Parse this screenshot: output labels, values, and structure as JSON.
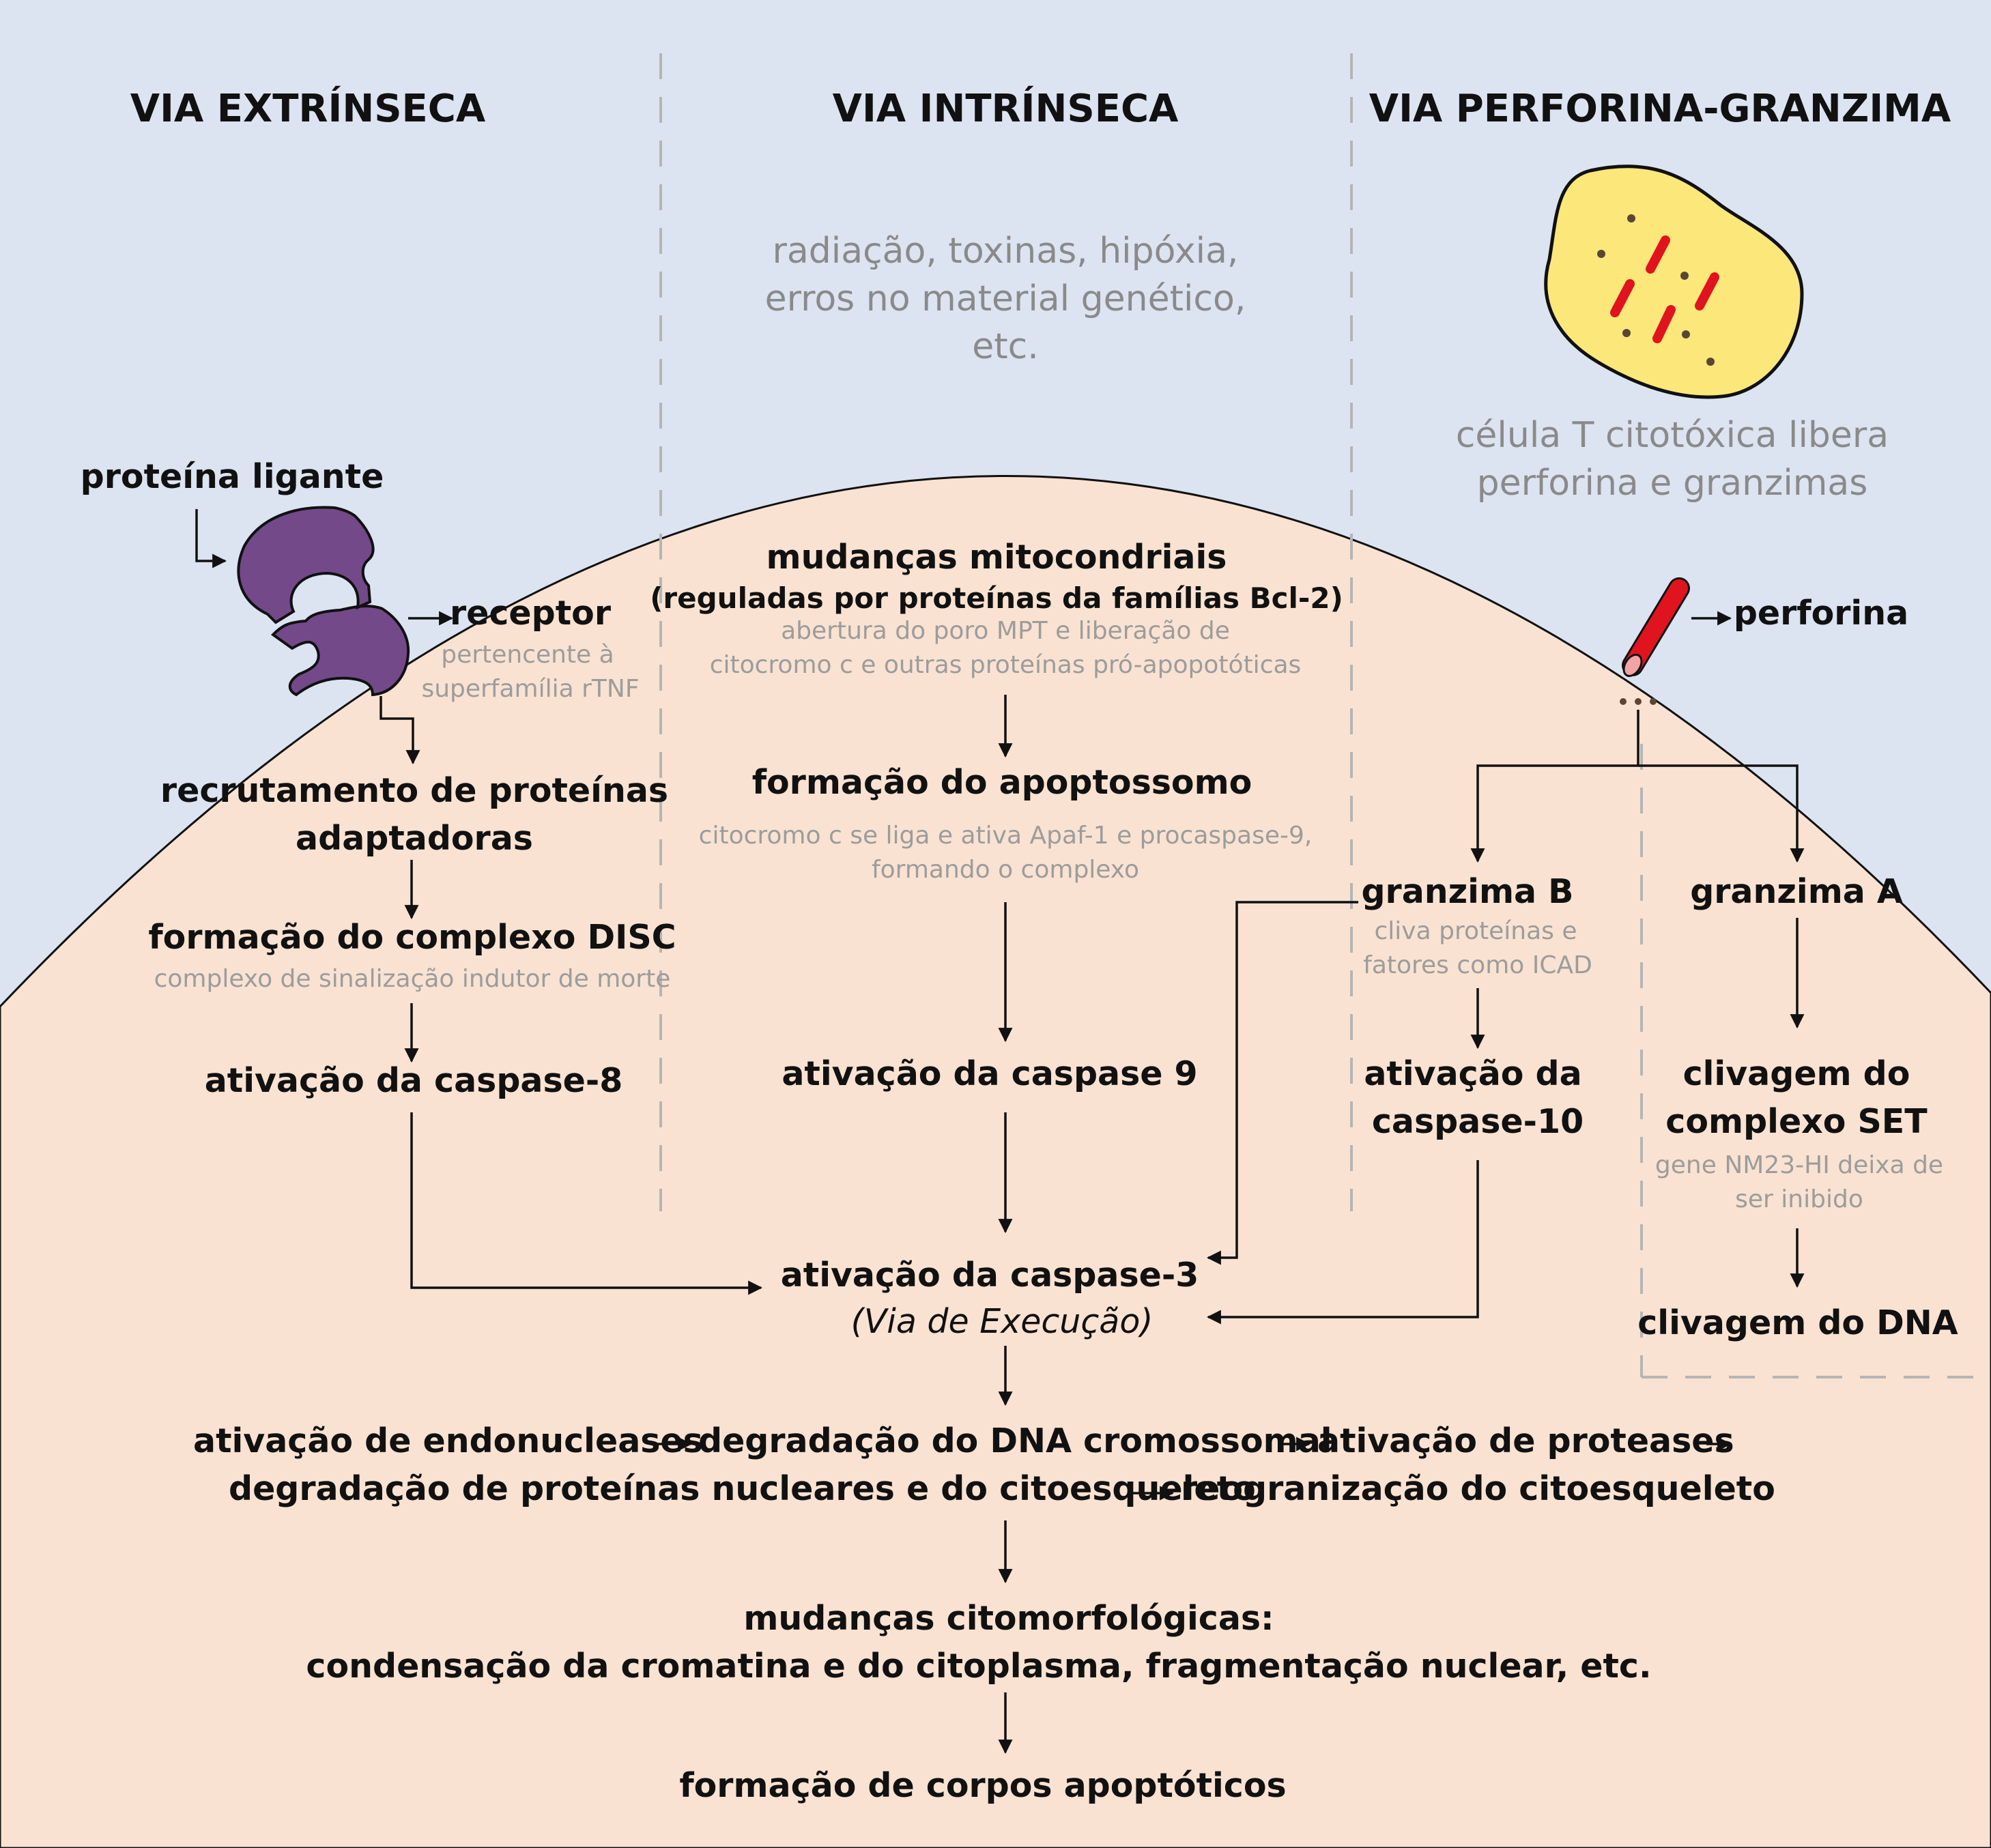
{
  "headers": {
    "extrinsic": "VIA EXTRÍNSECA",
    "intrinsic": "VIA INTRÍNSECA",
    "perforin": "VIA PERFORINA-GRANZIMA"
  },
  "colors": {
    "background": "#dce4f2",
    "cell": "#f9e2d1",
    "receptor": "#73498a",
    "t_cell": "#fbe77a",
    "perforin": "#e0141e"
  },
  "extrinsic": {
    "ligand": "proteína ligante",
    "receptor": "receptor",
    "receptor_note": [
      "pertencente à",
      "superfamília rTNF"
    ],
    "recruitment": [
      "recrutamento de proteínas",
      "adaptadoras"
    ],
    "disc": "formação do complexo DISC",
    "disc_note": "complexo de sinalização indutor de morte",
    "caspase8": "ativação da caspase-8"
  },
  "intrinsic": {
    "triggers": [
      "radiação, toxinas, hipóxia,",
      "erros no material genético,",
      "etc."
    ],
    "mito": "mudanças mitocondriais",
    "mito_reg": "(reguladas por proteínas da famílias Bcl-2)",
    "mito_note": [
      "abertura do poro MPT e liberação de",
      "citocromo c e outras proteínas pró-apopotóticas"
    ],
    "apoptosome": "formação do apoptossomo",
    "apoptosome_note": [
      "citocromo c se liga e ativa Apaf-1 e procaspase-9,",
      "formando o complexo"
    ],
    "caspase9": "ativação da caspase 9"
  },
  "perforin_path": {
    "tcell": [
      "célula T citotóxica libera",
      "perforina e granzimas"
    ],
    "perforin": "perforina",
    "granzymeB": "granzima B",
    "granzymeB_note": [
      "cliva proteínas e",
      "fatores como ICAD"
    ],
    "caspase10": [
      "ativação da",
      "caspase-10"
    ],
    "granzymeA": "granzima A",
    "set": [
      "clivagem do",
      "complexo SET"
    ],
    "set_note": [
      "gene NM23-HI deixa de",
      "ser inibido"
    ],
    "dna": "clivagem do DNA"
  },
  "execution": {
    "caspase3": "ativação da caspase-3",
    "via": "(Via de Execução)",
    "row1": [
      "ativação de endonucleases",
      "degradação do DNA cromossomal",
      "ativação de proteases"
    ],
    "row2": [
      "degradação de proteínas nucleares e do citoesqueleto",
      "reogranização do citoesqueleto"
    ],
    "morph": "mudanças citomorfológicas:",
    "morph_detail": "condensação da cromatina e do citoplasma, fragmentação nuclear, etc.",
    "bodies": "formação de corpos apoptóticos"
  }
}
